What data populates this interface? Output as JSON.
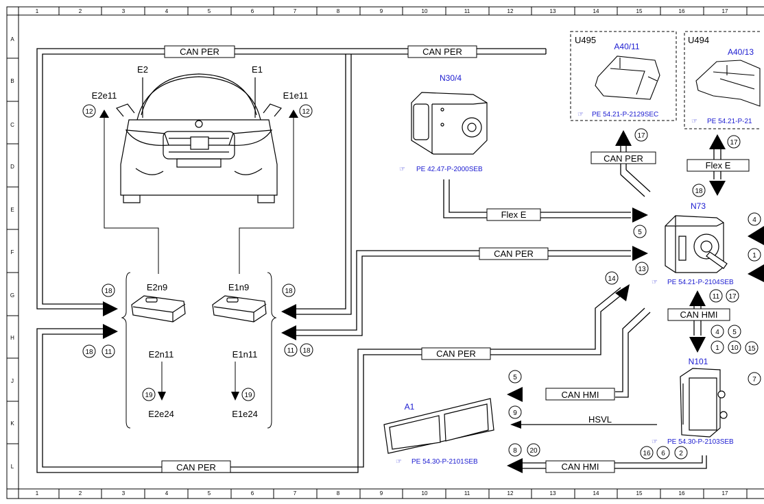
{
  "grid": {
    "columns": [
      "1",
      "2",
      "3",
      "4",
      "5",
      "6",
      "7",
      "8",
      "9",
      "10",
      "11",
      "12",
      "13",
      "14",
      "15",
      "16",
      "17"
    ],
    "rows": [
      "A",
      "B",
      "C",
      "D",
      "E",
      "F",
      "G",
      "H",
      "J",
      "K",
      "L"
    ]
  },
  "vehicle": {
    "left_headlamp": "E2",
    "right_headlamp": "E1",
    "left_headlamp_module": "E2e11",
    "right_headlamp_module": "E1e11"
  },
  "modules": {
    "left_control_unit": "E2n9",
    "right_control_unit": "E1n9",
    "left_sub_unit": "E2n11",
    "right_sub_unit": "E1n11",
    "left_output": "E2e24",
    "right_output": "E1e24",
    "n30_4": {
      "name": "N30/4",
      "ref": "PE 42.47-P-2000SEB"
    },
    "a40_11": {
      "frame": "U495",
      "name": "A40/11",
      "ref": "PE 54.21-P-2129SEC"
    },
    "a40_13": {
      "frame": "U494",
      "name": "A40/13",
      "ref": "PE 54.21-P-21"
    },
    "n73": {
      "name": "N73",
      "ref": "PE 54.21-P-2104SEB"
    },
    "n101": {
      "name": "N101",
      "ref": "PE 54.30-P-2103SEB"
    },
    "a1": {
      "name": "A1",
      "ref": "PE 54.30-P-2101SEB"
    }
  },
  "buses": {
    "can_per": "CAN PER",
    "flex_e": "Flex E",
    "can_hmi": "CAN HMI",
    "hsvl": "HSVL"
  },
  "circle_numbers": {
    "c12": "12",
    "c18": "18",
    "c11": "11",
    "c19": "19",
    "c17": "17",
    "c5": "5",
    "c13": "13",
    "c14": "14",
    "c4": "4",
    "c1": "1",
    "c10": "10",
    "c15": "15",
    "c7": "7",
    "c9": "9",
    "c8": "8",
    "c20": "20",
    "c16": "16",
    "c6": "6",
    "c2": "2"
  },
  "colors": {
    "line": "#000000",
    "label_blue": "#1a1ad0",
    "background": "#ffffff"
  }
}
